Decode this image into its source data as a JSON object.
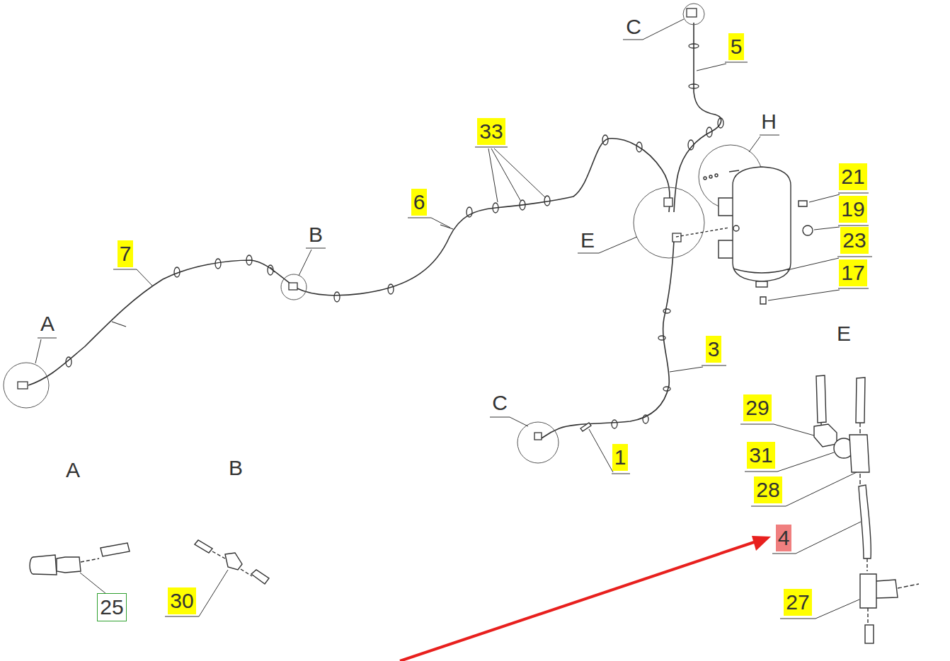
{
  "diagram": {
    "labels": [
      "C",
      "5",
      "H",
      "33",
      "6",
      "B",
      "7",
      "E",
      "21",
      "19",
      "23",
      "17",
      "A",
      "E",
      "3",
      "C",
      "1",
      "29",
      "31",
      "28",
      "A",
      "B",
      "4",
      "27",
      "25",
      "30"
    ]
  }
}
